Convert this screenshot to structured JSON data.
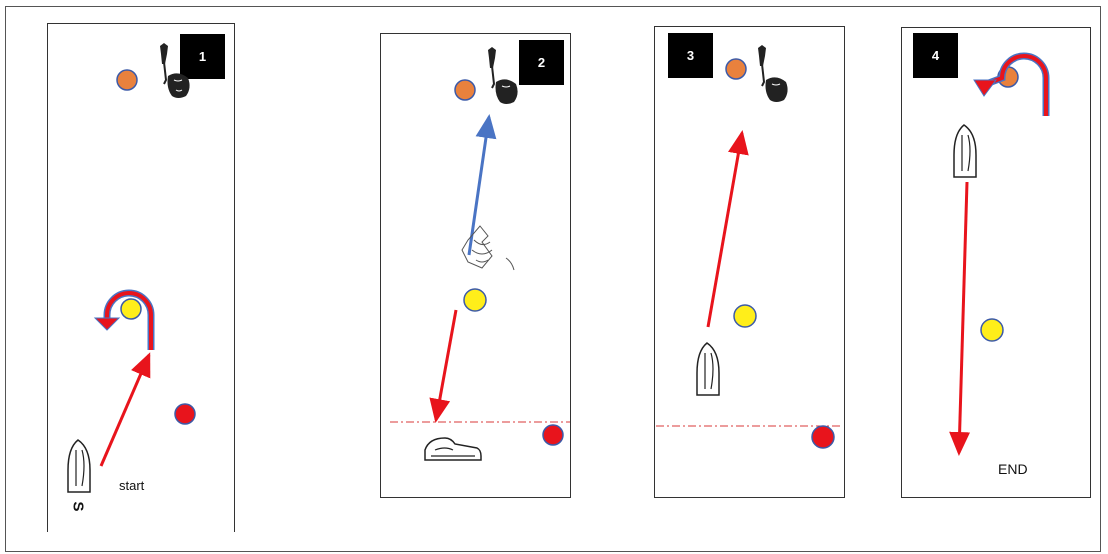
{
  "panels": [
    {
      "number": "1",
      "start_label": "start",
      "side_label": "S"
    },
    {
      "number": "2"
    },
    {
      "number": "3"
    },
    {
      "number": "4",
      "end_label": "END"
    }
  ],
  "colors": {
    "arrow_red": "#e8141c",
    "arrow_blue": "#4a74c4",
    "ball_orange": "#e9813d",
    "ball_yellow": "#ffee1a",
    "ball_red": "#e8141c",
    "ball_stroke": "#3c5aa8",
    "line_dashdot": "#d93a3a"
  },
  "icons": {
    "player_top": "fist-raised-player-icon",
    "iron": "iron-icon",
    "slipper": "slipper-icon"
  }
}
